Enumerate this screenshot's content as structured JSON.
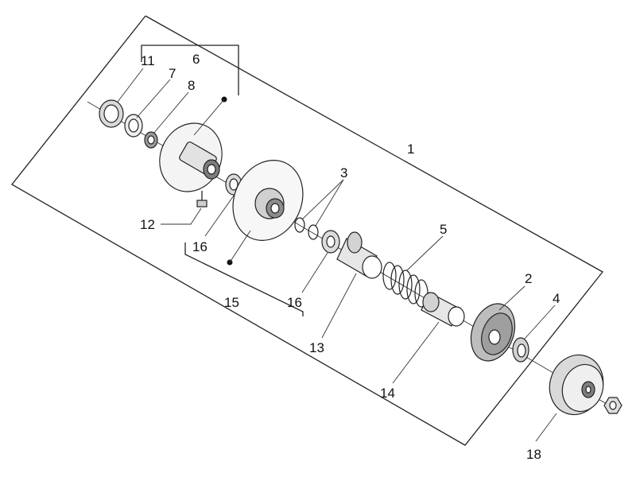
{
  "diagram": {
    "labels": {
      "l1": "1",
      "l2": "2",
      "l3": "3",
      "l4": "4",
      "l5": "5",
      "l6": "6",
      "l7": "7",
      "l8": "8",
      "l11": "11",
      "l12": "12",
      "l13": "13",
      "l14": "14",
      "l15": "15",
      "l16a": "16",
      "l16b": "16",
      "l18": "18"
    },
    "colors": {
      "stroke": "#222222",
      "fill_light": "#f4f4f4",
      "fill_mid": "#d9d9d9",
      "fill_dark": "#8c8c8c"
    }
  }
}
